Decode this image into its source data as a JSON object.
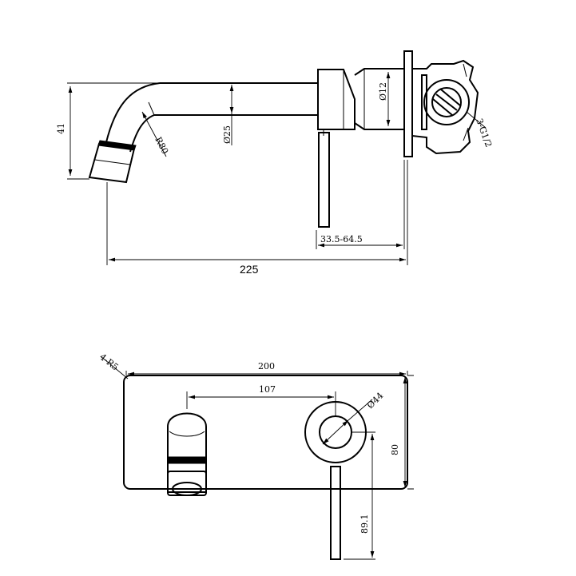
{
  "side_view": {
    "dim_height": "41",
    "dim_radius": "R80",
    "dim_pipe_dia": "Ø25",
    "dim_inlet_dia": "Ø12",
    "dim_thread": "3-G1/2",
    "dim_wall_range": "33.5-64.5",
    "dim_total_length": "225"
  },
  "front_view": {
    "dim_corner_radius": "4-R5",
    "dim_plate_width": "200",
    "dim_center_spacing": "107",
    "dim_handle_dia": "Ø44",
    "dim_plate_height": "80",
    "dim_handle_drop": "89.1"
  }
}
